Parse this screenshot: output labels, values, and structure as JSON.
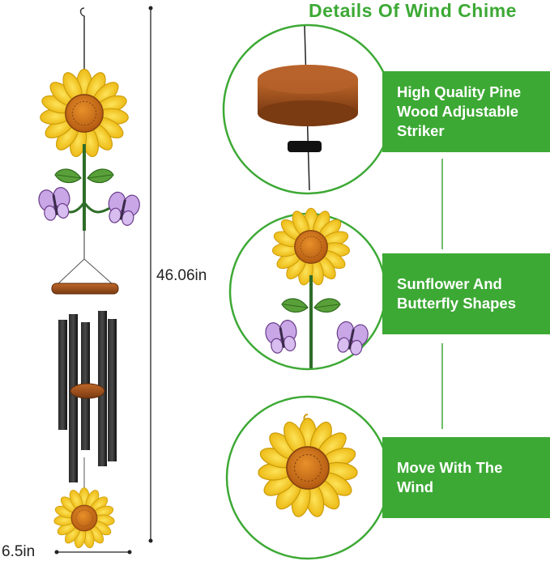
{
  "header": {
    "title": "Details Of Wind Chime"
  },
  "dimensions": {
    "height_label": "46.06in",
    "width_label": "6.5in"
  },
  "features": [
    {
      "line1": "High Quality Pine",
      "line2": "Wood Adjustable",
      "line3": "Striker"
    },
    {
      "line1": "Sunflower And",
      "line2": "Butterfly Shapes",
      "line3": ""
    },
    {
      "line1": "Move With The",
      "line2": "Wind",
      "line3": ""
    }
  ],
  "colors": {
    "accent_green": "#3da935",
    "circle_border": "#3da935",
    "wood": "#a0521f",
    "petal": "#f5c518",
    "tube": "#1c1c1c"
  }
}
